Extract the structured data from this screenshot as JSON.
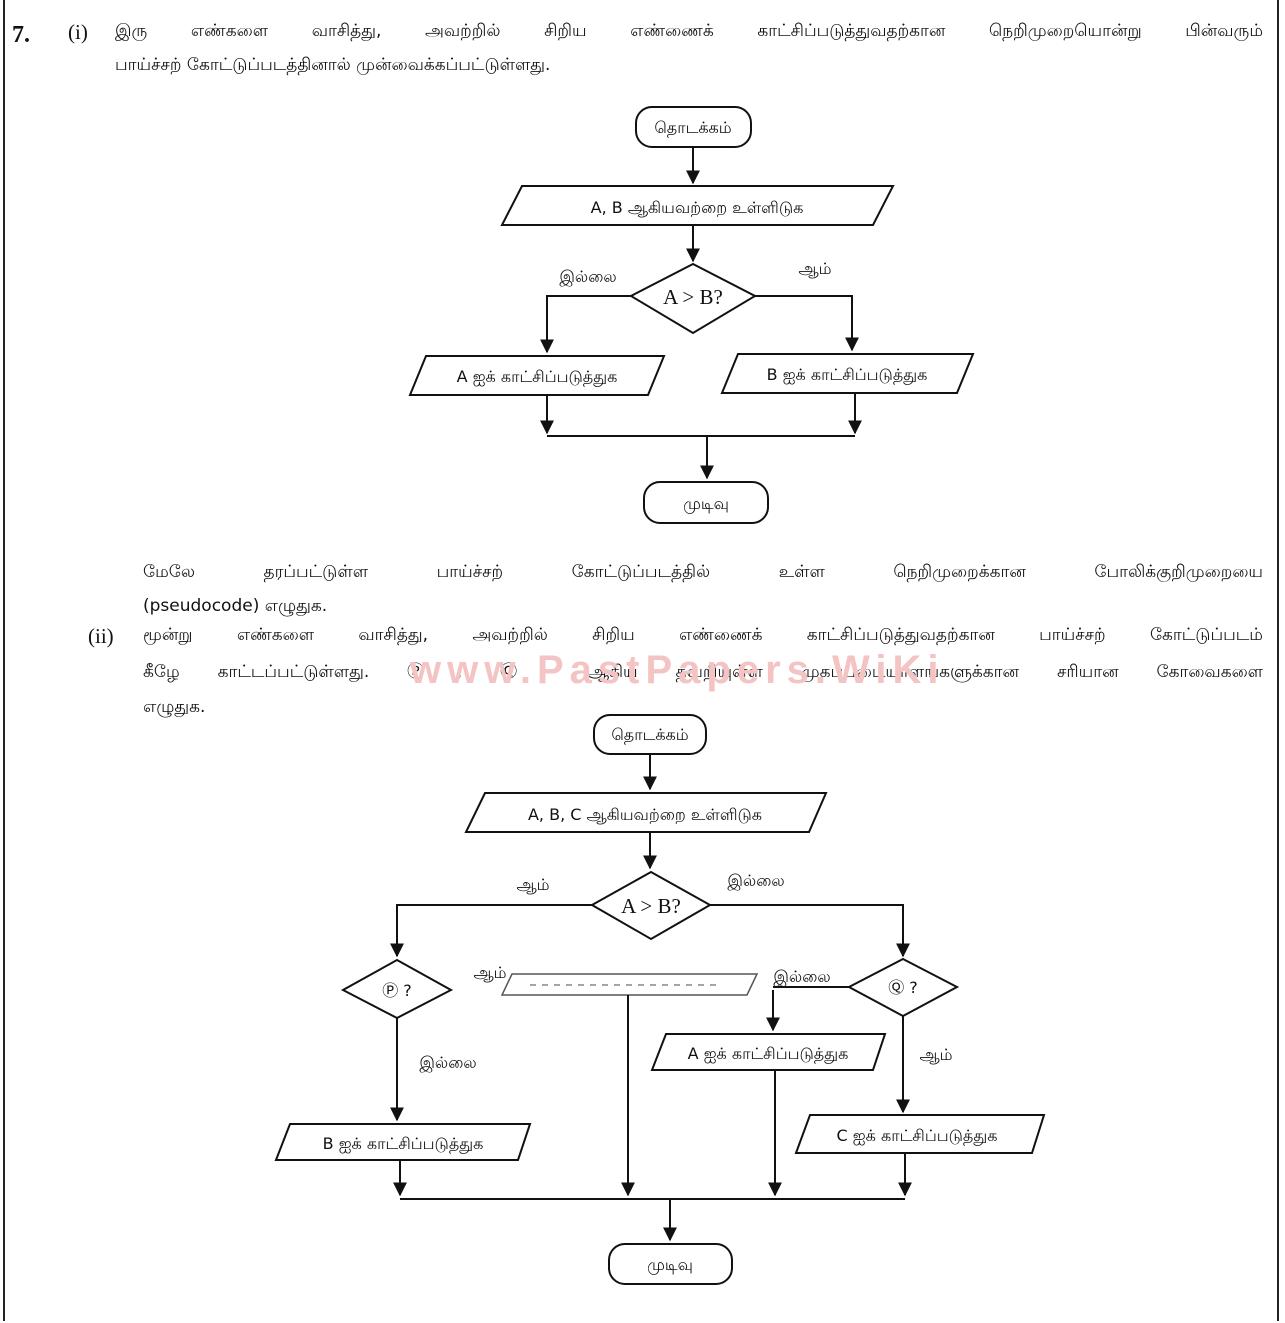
{
  "question": {
    "number": "7.",
    "part_i": {
      "label": "(i)",
      "line1": "இரு எண்களை வாசித்து, அவற்றில் சிறிய எண்ணைக் காட்சிப்படுத்துவதற்கான நெறிமுறையொன்று பின்வரும்",
      "line2": "பாய்ச்சற் கோட்டுப்படத்தினால் முன்வைக்கப்பட்டுள்ளது.",
      "instruction_line1": "மேலே தரப்பட்டுள்ள பாய்ச்சற் கோட்டுப்படத்தில் உள்ள நெறிமுறைக்கான போலிக்குறிமுறையை",
      "instruction_line2": "(pseudocode) எழுதுக."
    },
    "part_ii": {
      "label": "(ii)",
      "line1": "மூன்று எண்களை வாசித்து, அவற்றில் சிறிய எண்ணைக் காட்சிப்படுத்துவதற்கான பாய்ச்சற் கோட்டுப்படம்",
      "line2": "கீழே காட்டப்பட்டுள்ளது. Ⓟ, Ⓠ ஆகிய தவறியுள்ள முகப்படையாளங்களுக்கான சரியான கோவைகளை",
      "line3": "எழுதுக."
    }
  },
  "watermark": "www.PastPapers.WiKi",
  "flowchart1": {
    "start": "தொடக்கம்",
    "input": "A, B ஆகியவற்றை உள்ளிடுக",
    "decision": "A > B?",
    "no_label": "இல்லை",
    "yes_label": "ஆம்",
    "output_left": "A ஐக் காட்சிப்படுத்துக",
    "output_right": "B ஐக் காட்சிப்படுத்துக",
    "end": "முடிவு"
  },
  "flowchart2": {
    "start": "தொடக்கம்",
    "input": "A, B, C ஆகியவற்றை உள்ளிடுக",
    "decision": "A > B?",
    "yes_label_top": "ஆம்",
    "no_label_top": "இல்லை",
    "decision_p": "Ⓟ ?",
    "decision_q": "Ⓠ ?",
    "yes_label_mid": "ஆம்",
    "no_label_mid": "இல்லை",
    "no_label_left": "இல்லை",
    "yes_label_right": "ஆம்",
    "output_b": "B ஐக் காட்சிப்படுத்துக",
    "output_a": "A ஐக் காட்சிப்படுத்துக",
    "output_c": "C ஐக் காட்சிப்படுத்துக",
    "faint_box": "",
    "end": "முடிவு"
  }
}
